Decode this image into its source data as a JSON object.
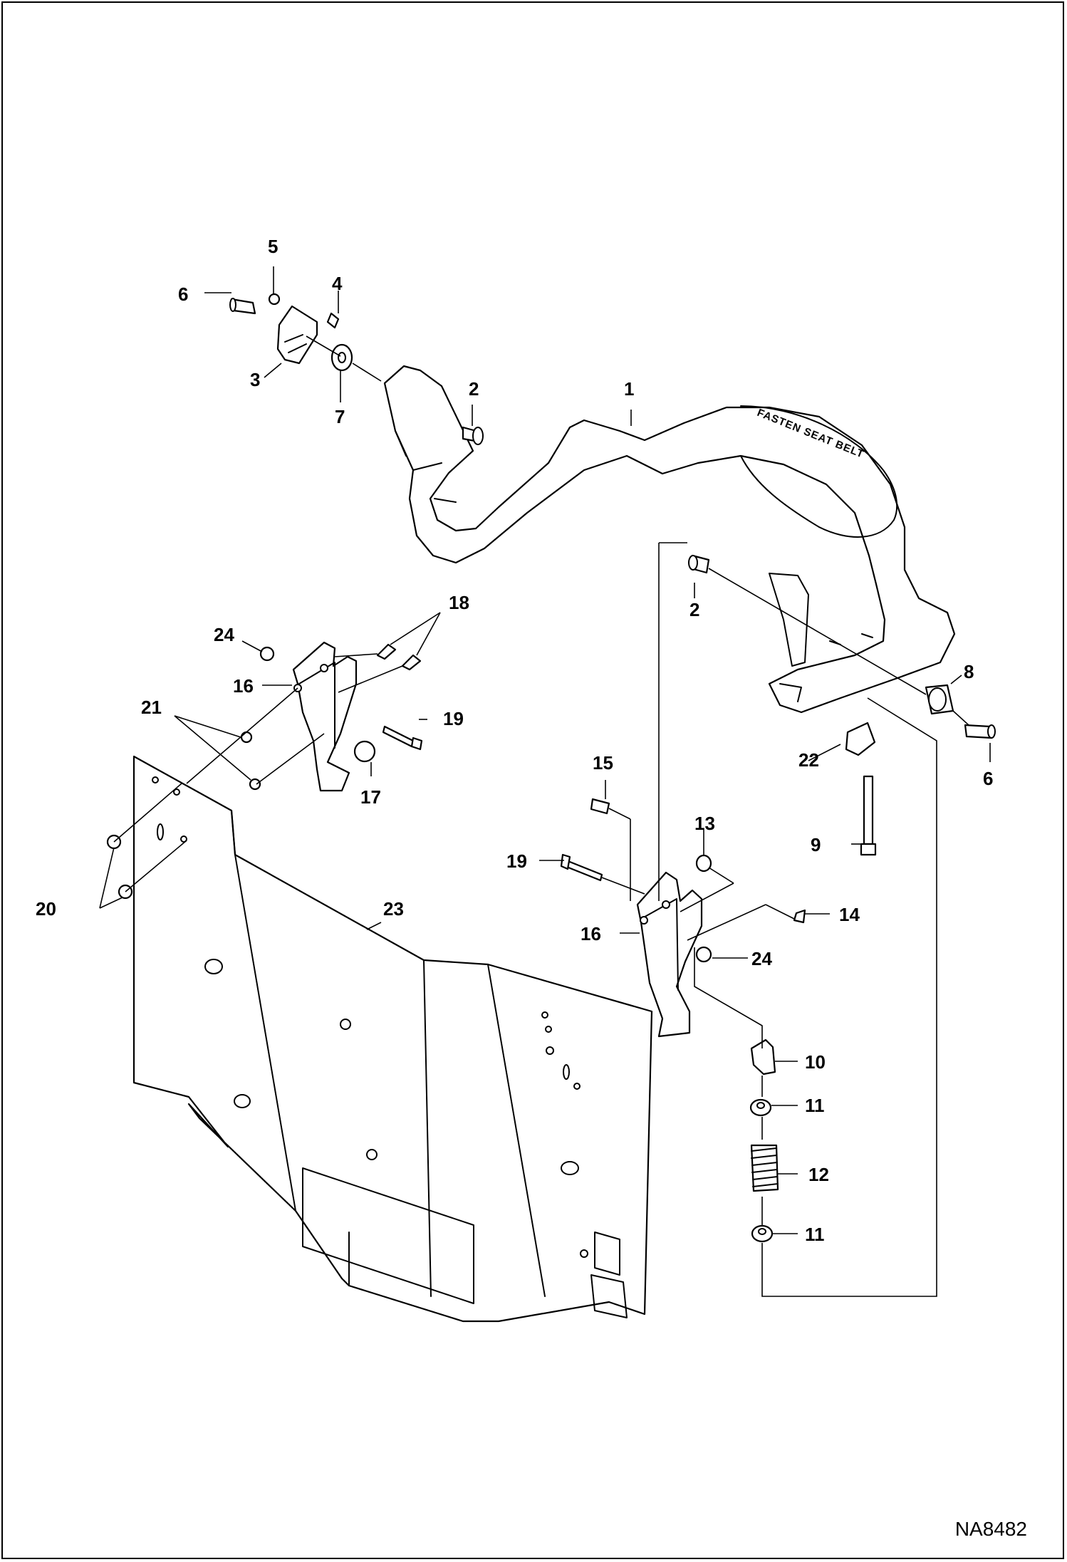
{
  "drawing_number": "NA8482",
  "embossed_text": "FASTEN SEAT BELT",
  "callouts": {
    "c1": "1",
    "c2a": "2",
    "c2b": "2",
    "c3": "3",
    "c4": "4",
    "c5": "5",
    "c6a": "6",
    "c6b": "6",
    "c7": "7",
    "c8": "8",
    "c9": "9",
    "c10": "10",
    "c11a": "11",
    "c11b": "11",
    "c12": "12",
    "c13": "13",
    "c14": "14",
    "c15": "15",
    "c16a": "16",
    "c16b": "16",
    "c17": "17",
    "c18": "18",
    "c19a": "19",
    "c19b": "19",
    "c20": "20",
    "c21": "21",
    "c22": "22",
    "c23": "23",
    "c24a": "24",
    "c24b": "24"
  }
}
